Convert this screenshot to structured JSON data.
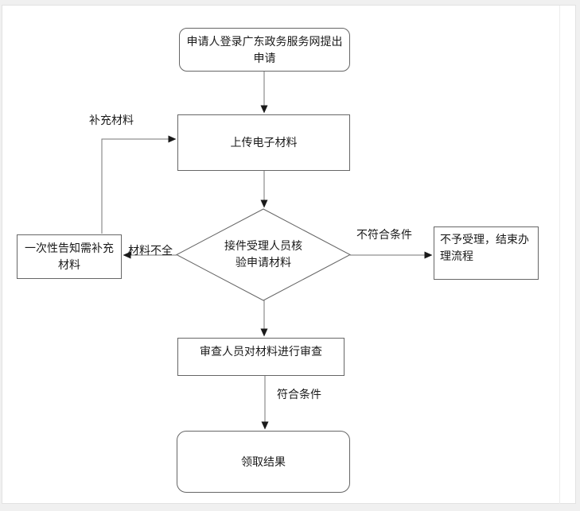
{
  "page": {
    "frame_background": "#f0f0f0",
    "canvas_background": "#ffffff"
  },
  "flowchart": {
    "nodes": {
      "start": {
        "label": "申请人登录广东政务服务网提出\n申请",
        "shape": "rounded-rectangle"
      },
      "upload": {
        "label": "上传电子材料",
        "shape": "rectangle"
      },
      "verify": {
        "label": "接件受理人员核\n验申请材料",
        "shape": "diamond"
      },
      "notify": {
        "label": "一次性告知需补充\n材料",
        "shape": "rectangle"
      },
      "reject": {
        "label": "不予受理，结束办\n理流程",
        "shape": "rectangle"
      },
      "review": {
        "label": "审查人员对材料进行审查",
        "shape": "rectangle"
      },
      "result": {
        "label": "领取结果",
        "shape": "rounded-rectangle"
      }
    },
    "edge_labels": {
      "supplement": "补充材料",
      "incomplete": "材料不全",
      "not_qualified": "不符合条件",
      "qualified": "符合条件"
    },
    "edges": [
      {
        "from": "start",
        "to": "upload",
        "label": ""
      },
      {
        "from": "upload",
        "to": "verify",
        "label": ""
      },
      {
        "from": "verify",
        "to": "notify",
        "label": "材料不全"
      },
      {
        "from": "notify",
        "to": "upload",
        "label": "补充材料"
      },
      {
        "from": "verify",
        "to": "reject",
        "label": "不符合条件"
      },
      {
        "from": "verify",
        "to": "review",
        "label": ""
      },
      {
        "from": "review",
        "to": "result",
        "label": "符合条件"
      }
    ],
    "colors": {
      "line": "#757575",
      "arrowhead": "#1a1a1a",
      "node_border": "#666666",
      "text": "#1a1a1a"
    }
  }
}
